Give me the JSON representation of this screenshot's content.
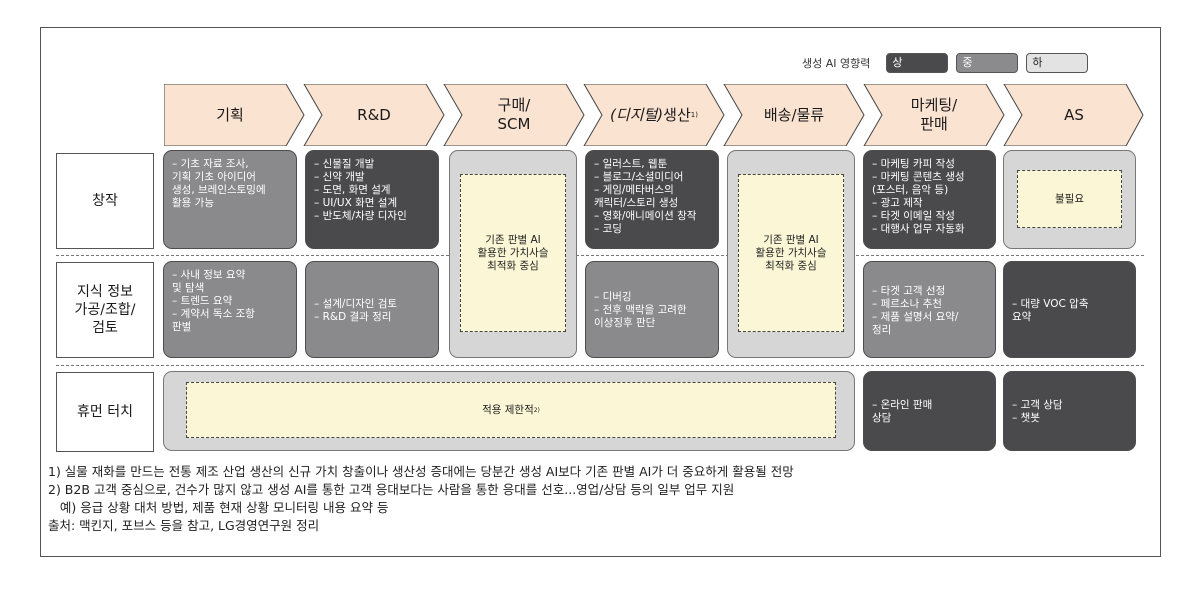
{
  "legend": {
    "title": "생성 AI 영향력",
    "levels": [
      {
        "label": "상",
        "color": "#4a4a4c"
      },
      {
        "label": "중",
        "color": "#8b8b8d"
      },
      {
        "label": "하",
        "color": "#e3e3e3"
      }
    ]
  },
  "stages": [
    {
      "label": "기획"
    },
    {
      "label": "R&D"
    },
    {
      "label": "구매/\nSCM"
    },
    {
      "label_italic": "(디지털)",
      "label": " 생산",
      "footnote": "1)"
    },
    {
      "label": "배송/물류"
    },
    {
      "label": "마케팅/\n판매"
    },
    {
      "label": "AS"
    }
  ],
  "stage_color": "#fbe3d2",
  "rows": [
    {
      "label": "창작"
    },
    {
      "label": "지식 정보\n가공/조합/\n검토"
    },
    {
      "label": "휴먼 터치"
    }
  ],
  "cells": {
    "r1_plan": [
      "– 기초 자료 조사,\n   기획 기초 아이디어\n   생성, 브레인스토밍에\n   활용 가능"
    ],
    "r1_rnd": [
      "– 신물질 개발",
      "– 신약 개발",
      "– 도면, 화면 설계",
      "– UI/UX 화면 설계",
      "– 반도체/차량 디자인"
    ],
    "r1_prod": [
      "– 일러스트, 웹툰",
      "– 블로그/소셜미디어",
      "– 게임/메타버스의\n   캐릭터/스토리 생성",
      "– 영화/애니메이션 창작",
      "– 코딩"
    ],
    "r1_mkt": [
      "– 마케팅 카피 작성",
      "– 마케팅 콘텐츠 생성\n   (포스터, 음악 등)",
      "– 광고 제작",
      "– 타겟 이메일 작성",
      "– 대행사 업무 자동화"
    ],
    "r1_as": "불필요",
    "r2_plan": [
      "– 사내 정보 요약\n   및 탐색",
      "– 트렌드 요약",
      "– 계약서 독소 조항\n   판별"
    ],
    "r2_rnd": [
      "– 설계/디자인 검토",
      "– R&D 결과 정리"
    ],
    "r2_prod": [
      "– 디버깅",
      "– 전후 맥락을 고려한\n   이상징후 판단"
    ],
    "r2_mkt": [
      "– 타겟 고객 선정",
      "– 페르소나 추천",
      "– 제품 설명서 요약/\n   정리"
    ],
    "r2_as": [
      "– 대량 VOC 압축\n   요약"
    ],
    "scm_box": "기존 판별 AI\n활용한 가치사슬\n최적화 중심",
    "logi_box": "기존 판별 AI\n활용한 가치사슬\n최적화 중심",
    "r3_limited": "적용 제한적",
    "r3_limited_note": "2)",
    "r3_mkt": [
      "– 온라인 판매\n   상담"
    ],
    "r3_as": [
      "– 고객 상담",
      "– 챗봇"
    ]
  },
  "notes": [
    "1) 실물 재화를 만드는 전통 제조 산업 생산의 신규 가치 창출이나 생산성 증대에는 당분간 생성 AI보다 기존 판별 AI가 더 중요하게 활용될 전망",
    "2) B2B 고객 중심으로, 건수가 많지 않고 생성 AI를 통한 고객 응대보다는 사람을 통한 응대를 선호...영업/상담 등의 일부 업무 지원",
    "   예) 응급 상황 대처 방법, 제품 현재 상황 모니터링 내용 요약 등",
    "출처: 맥킨지, 포브스 등을 참고, LG경영연구원 정리"
  ]
}
